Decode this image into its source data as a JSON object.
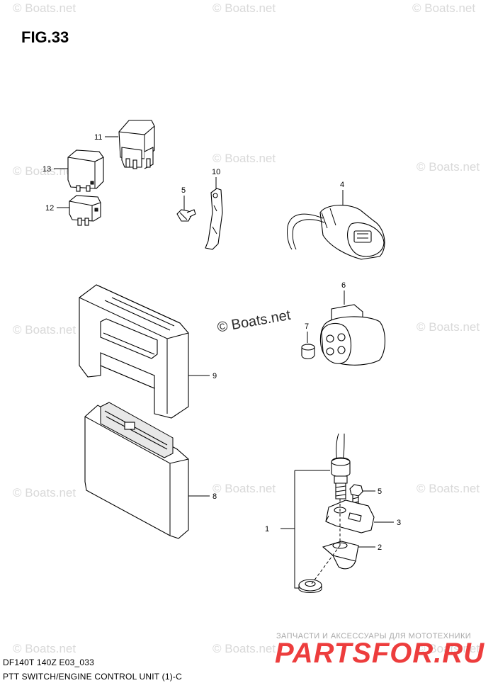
{
  "figure": {
    "title": "FIG.33",
    "code": "DF140T 140Z E03_033",
    "caption": "PTT SWITCH/ENGINE CONTROL UNIT (1)-C"
  },
  "callouts": [
    "11",
    "13",
    "12",
    "10",
    "5",
    "4",
    "6",
    "7",
    "9",
    "8",
    "5",
    "3",
    "1",
    "2"
  ],
  "watermark": {
    "text": "© Boats.net",
    "center_text": "© Boats.net",
    "color": "#d9d9d9"
  },
  "banner": {
    "subtitle": "ЗАПЧАСТИ И АКСЕССУАРЫ ДЛЯ МОТОТЕХНИКИ",
    "logo": "PARTSFOR.RU",
    "logo_color": "#ec2d2d"
  }
}
